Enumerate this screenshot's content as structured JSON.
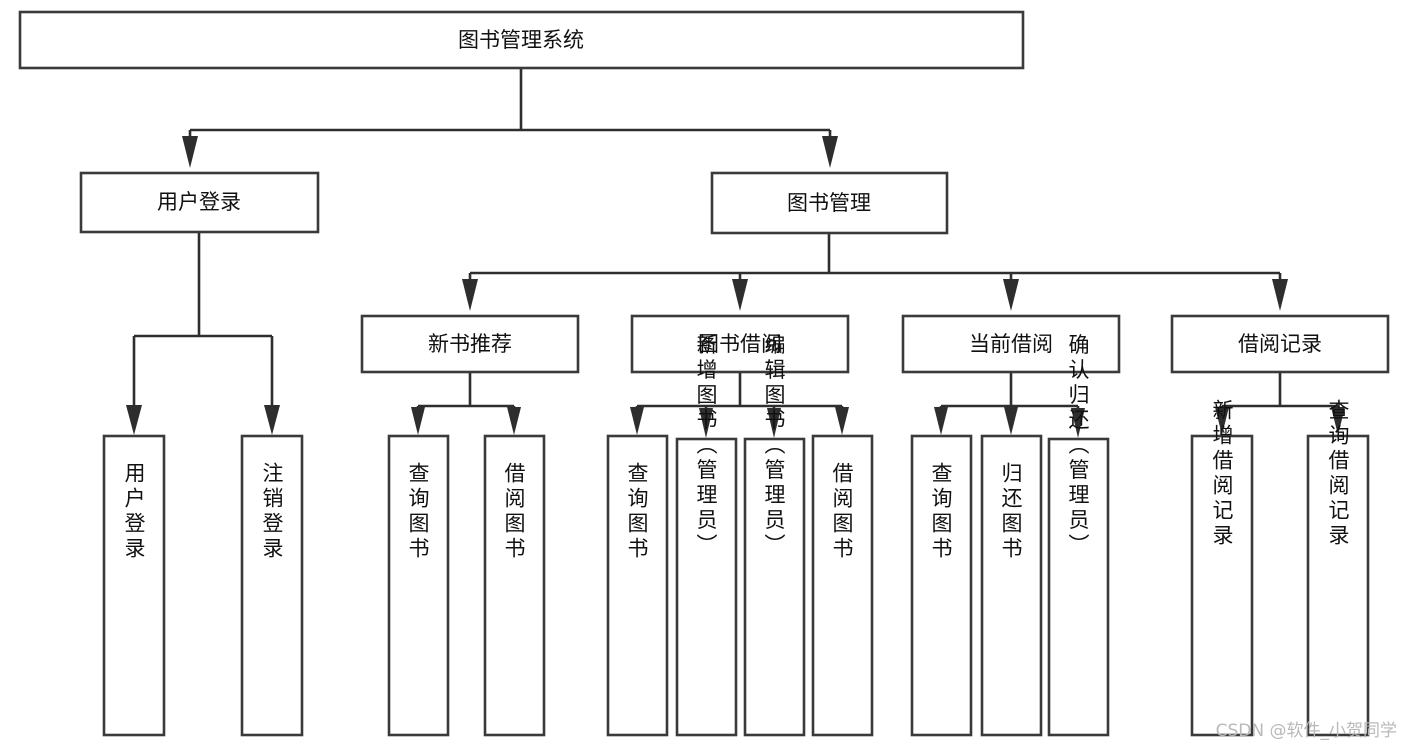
{
  "diagram": {
    "title": "图书管理系统",
    "type": "tree-hierarchy",
    "root": {
      "id": "root",
      "label": "图书管理系统"
    },
    "level2": [
      {
        "id": "user-login",
        "label": "用户登录"
      },
      {
        "id": "book-management",
        "label": "图书管理"
      }
    ],
    "level3": [
      {
        "id": "new-book-recommend",
        "label": "新书推荐",
        "parent": "book-management"
      },
      {
        "id": "book-borrow",
        "label": "图书借阅",
        "parent": "book-management"
      },
      {
        "id": "current-borrow",
        "label": "当前借阅",
        "parent": "book-management"
      },
      {
        "id": "borrow-record",
        "label": "借阅记录",
        "parent": "book-management"
      }
    ],
    "leaves": {
      "user-login": [
        {
          "id": "leaf-user-login",
          "label": "用户登录"
        },
        {
          "id": "leaf-user-logout",
          "label": "注销登录"
        }
      ],
      "new-book-recommend": [
        {
          "id": "leaf-query-book-1",
          "label": "查询图书"
        },
        {
          "id": "leaf-borrow-book-1",
          "label": "借阅图书"
        }
      ],
      "book-borrow": [
        {
          "id": "leaf-query-book-2",
          "label": "查询图书"
        },
        {
          "id": "leaf-add-book",
          "label": "新增图书（管理员）"
        },
        {
          "id": "leaf-edit-book",
          "label": "编辑图书（管理员）"
        },
        {
          "id": "leaf-borrow-book-2",
          "label": "借阅图书"
        }
      ],
      "current-borrow": [
        {
          "id": "leaf-query-book-3",
          "label": "查询图书"
        },
        {
          "id": "leaf-return-book",
          "label": "归还图书"
        },
        {
          "id": "leaf-confirm-return",
          "label": "确认归还（管理员）"
        }
      ],
      "borrow-record": [
        {
          "id": "leaf-add-record",
          "label": "新增借阅记录"
        },
        {
          "id": "leaf-query-record",
          "label": "查询借阅记录"
        }
      ]
    }
  },
  "watermark": {
    "text": "CSDN @软件_小贺同学"
  },
  "colors": {
    "box_stroke": "#3a3a3a",
    "connector": "#2e2e2e",
    "text": "#111111",
    "background": "#ffffff",
    "watermark": "#b9b9b9"
  }
}
